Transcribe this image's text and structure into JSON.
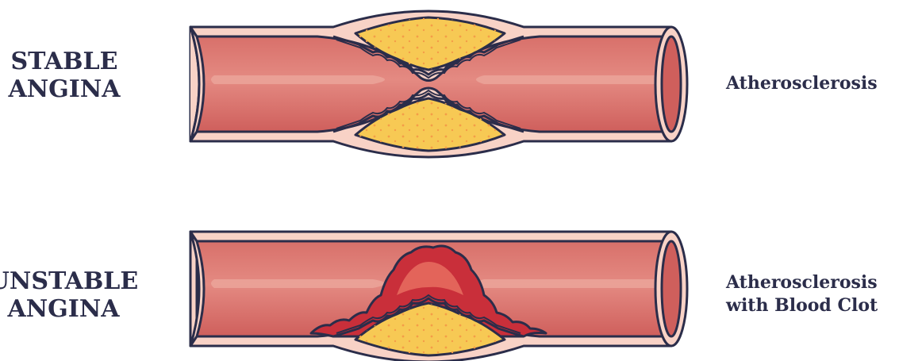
{
  "rows": [
    {
      "condition_lines": [
        "STABLE",
        "ANGINA"
      ],
      "description_lines": [
        "Atherosclerosis"
      ]
    },
    {
      "condition_lines": [
        "UNSTABLE",
        "ANGINA"
      ],
      "description_lines": [
        "Atherosclerosis",
        "with Blood Clot"
      ]
    }
  ],
  "colors": {
    "outline": "#2b2d4a",
    "vessel_wall": "#f8d2c6",
    "lumen": "#d8706a",
    "lumen_highlight": "#eba49a",
    "plaque": "#f7c954",
    "plaque_dots": "#f49d48",
    "clot": "#c92f3a",
    "clot_highlight": "#e56a5e"
  }
}
